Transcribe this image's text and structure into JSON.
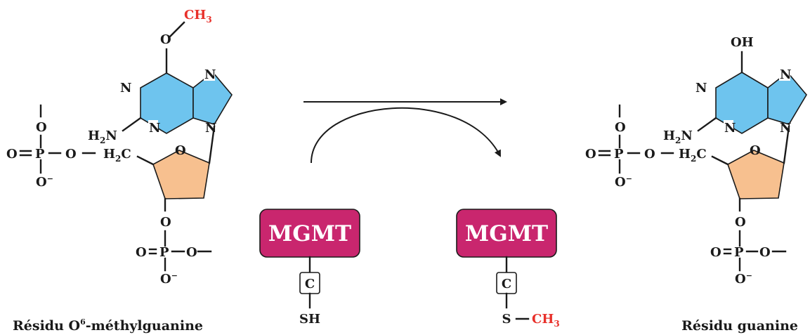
{
  "colors": {
    "purine": "#6ec4ee",
    "sugar": "#f7c08f",
    "enzyme": "#c9266e",
    "methyl": "#e8302a",
    "ink": "#1a1a1a"
  },
  "left_molecule": {
    "caption": {
      "pre": "Résidu O",
      "sup": "6",
      "post": "-méthylguanine"
    },
    "methyl_group": {
      "main": "CH",
      "sub": "3"
    },
    "oxygen": "O",
    "ring_n": "N",
    "amino": {
      "h": "H",
      "sub": "2",
      "n": "N"
    },
    "phosphate_top": {
      "o": "O",
      "p": "P",
      "o_minus": "O"
    },
    "phosphate_bottom": {
      "o": "O",
      "p": "P",
      "o_minus": "O"
    },
    "ch2": {
      "h": "H",
      "sub": "2",
      "c": "C"
    },
    "ring_o": "O"
  },
  "right_molecule": {
    "caption": "Résidu guanine",
    "hydroxyl": "OH",
    "ring_n": "N",
    "amino": {
      "h": "H",
      "sub": "2",
      "n": "N"
    },
    "phosphate_top": {
      "o": "O",
      "p": "P",
      "o_minus": "O"
    },
    "phosphate_bottom": {
      "o": "O",
      "p": "P",
      "o_minus": "O"
    },
    "ch2": {
      "h": "H",
      "sub": "2",
      "c": "C"
    },
    "ring_o": "O"
  },
  "enzyme_before": {
    "label": "MGMT",
    "residue": "C",
    "thiol": "SH"
  },
  "enzyme_after": {
    "label": "MGMT",
    "residue": "C",
    "sulfur": "S",
    "methyl": {
      "main": "CH",
      "sub": "3"
    }
  }
}
